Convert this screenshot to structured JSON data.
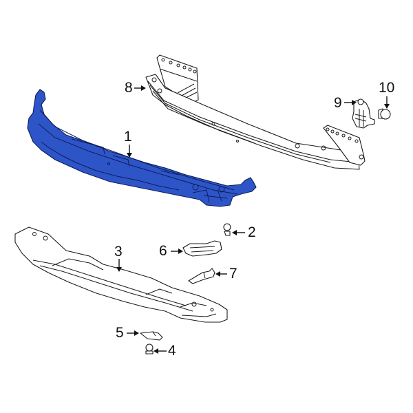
{
  "diagram": {
    "type": "exploded-parts-diagram",
    "subject": "Front bumper reinforcement / absorber assembly",
    "highlight_color": "#2e55c8",
    "outline_color": "#1a1a1a",
    "background": "#ffffff"
  },
  "parts": [
    {
      "id": "1",
      "label": "1",
      "name": "energy-absorber",
      "highlighted": true
    },
    {
      "id": "2",
      "label": "2",
      "name": "push-clip-upper",
      "highlighted": false
    },
    {
      "id": "3",
      "label": "3",
      "name": "lower-deflector-shield",
      "highlighted": false
    },
    {
      "id": "4",
      "label": "4",
      "name": "push-clip-lower",
      "highlighted": false
    },
    {
      "id": "5",
      "label": "5",
      "name": "small-bracket",
      "highlighted": false
    },
    {
      "id": "6",
      "label": "6",
      "name": "mounting-bracket",
      "highlighted": false
    },
    {
      "id": "7",
      "label": "7",
      "name": "side-bracket",
      "highlighted": false
    },
    {
      "id": "8",
      "label": "8",
      "name": "impact-bar-reinforcement",
      "highlighted": false
    },
    {
      "id": "9",
      "label": "9",
      "name": "retainer-bracket",
      "highlighted": false
    },
    {
      "id": "10",
      "label": "10",
      "name": "retainer-clip",
      "highlighted": false
    }
  ]
}
